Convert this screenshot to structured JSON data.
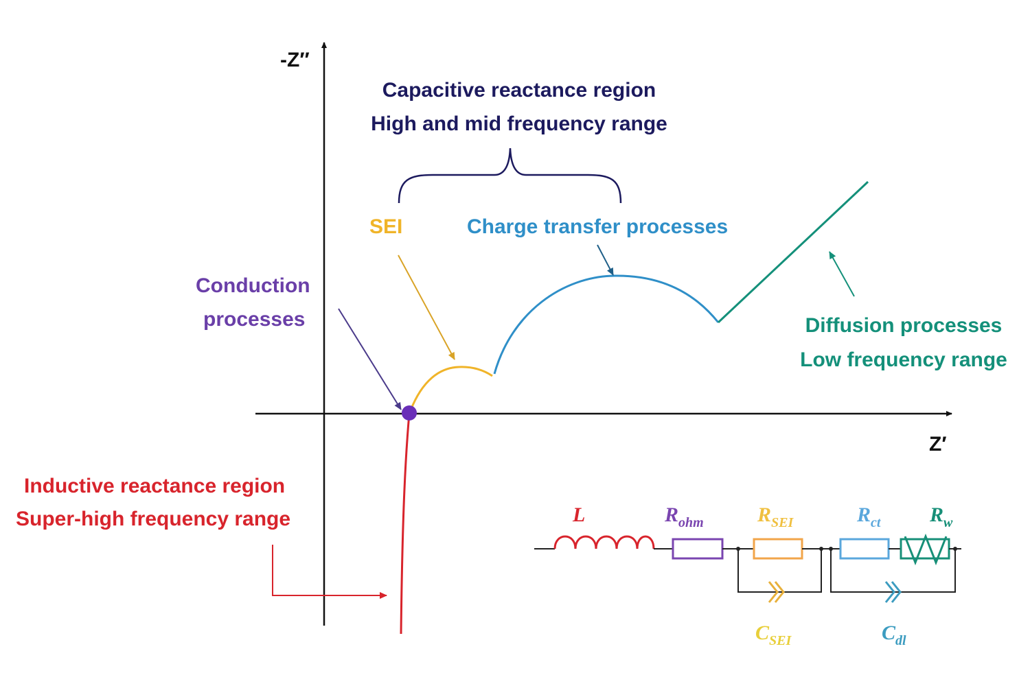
{
  "axes": {
    "y_label": "-Z″",
    "x_label": "Z′"
  },
  "annotations": {
    "capacitive_line1": "Capacitive reactance region",
    "capacitive_line2": "High and mid frequency range",
    "sei": "SEI",
    "charge_transfer": "Charge transfer processes",
    "conduction_line1": "Conduction",
    "conduction_line2": "processes",
    "diffusion_line1": "Diffusion processes",
    "diffusion_line2": "Low frequency range",
    "inductive_line1": "Inductive reactance region",
    "inductive_line2": "Super-high frequency range"
  },
  "circuit": {
    "L": {
      "main": "L",
      "sub": ""
    },
    "Rohm": {
      "main": "R",
      "sub": "ohm"
    },
    "RSEI": {
      "main": "R",
      "sub": "SEI"
    },
    "Rct": {
      "main": "R",
      "sub": "ct"
    },
    "Rw": {
      "main": "R",
      "sub": "w"
    },
    "CSEI": {
      "main": "C",
      "sub": "SEI"
    },
    "Cdl": {
      "main": "C",
      "sub": "dl"
    }
  },
  "colors": {
    "axis": "#111111",
    "capacitive": "#1c1a5e",
    "sei": "#f0b429",
    "charge_transfer": "#2f8fc8",
    "conduction": "#6a3fa8",
    "diffusion": "#14907a",
    "inductive": "#d8242c",
    "rohm": "#7a45b0",
    "rsei": "#f2a54a",
    "csei": "#e8cf3a",
    "rct": "#5aa7dc",
    "cdl": "#3c9cc0",
    "rw": "#178f78"
  }
}
